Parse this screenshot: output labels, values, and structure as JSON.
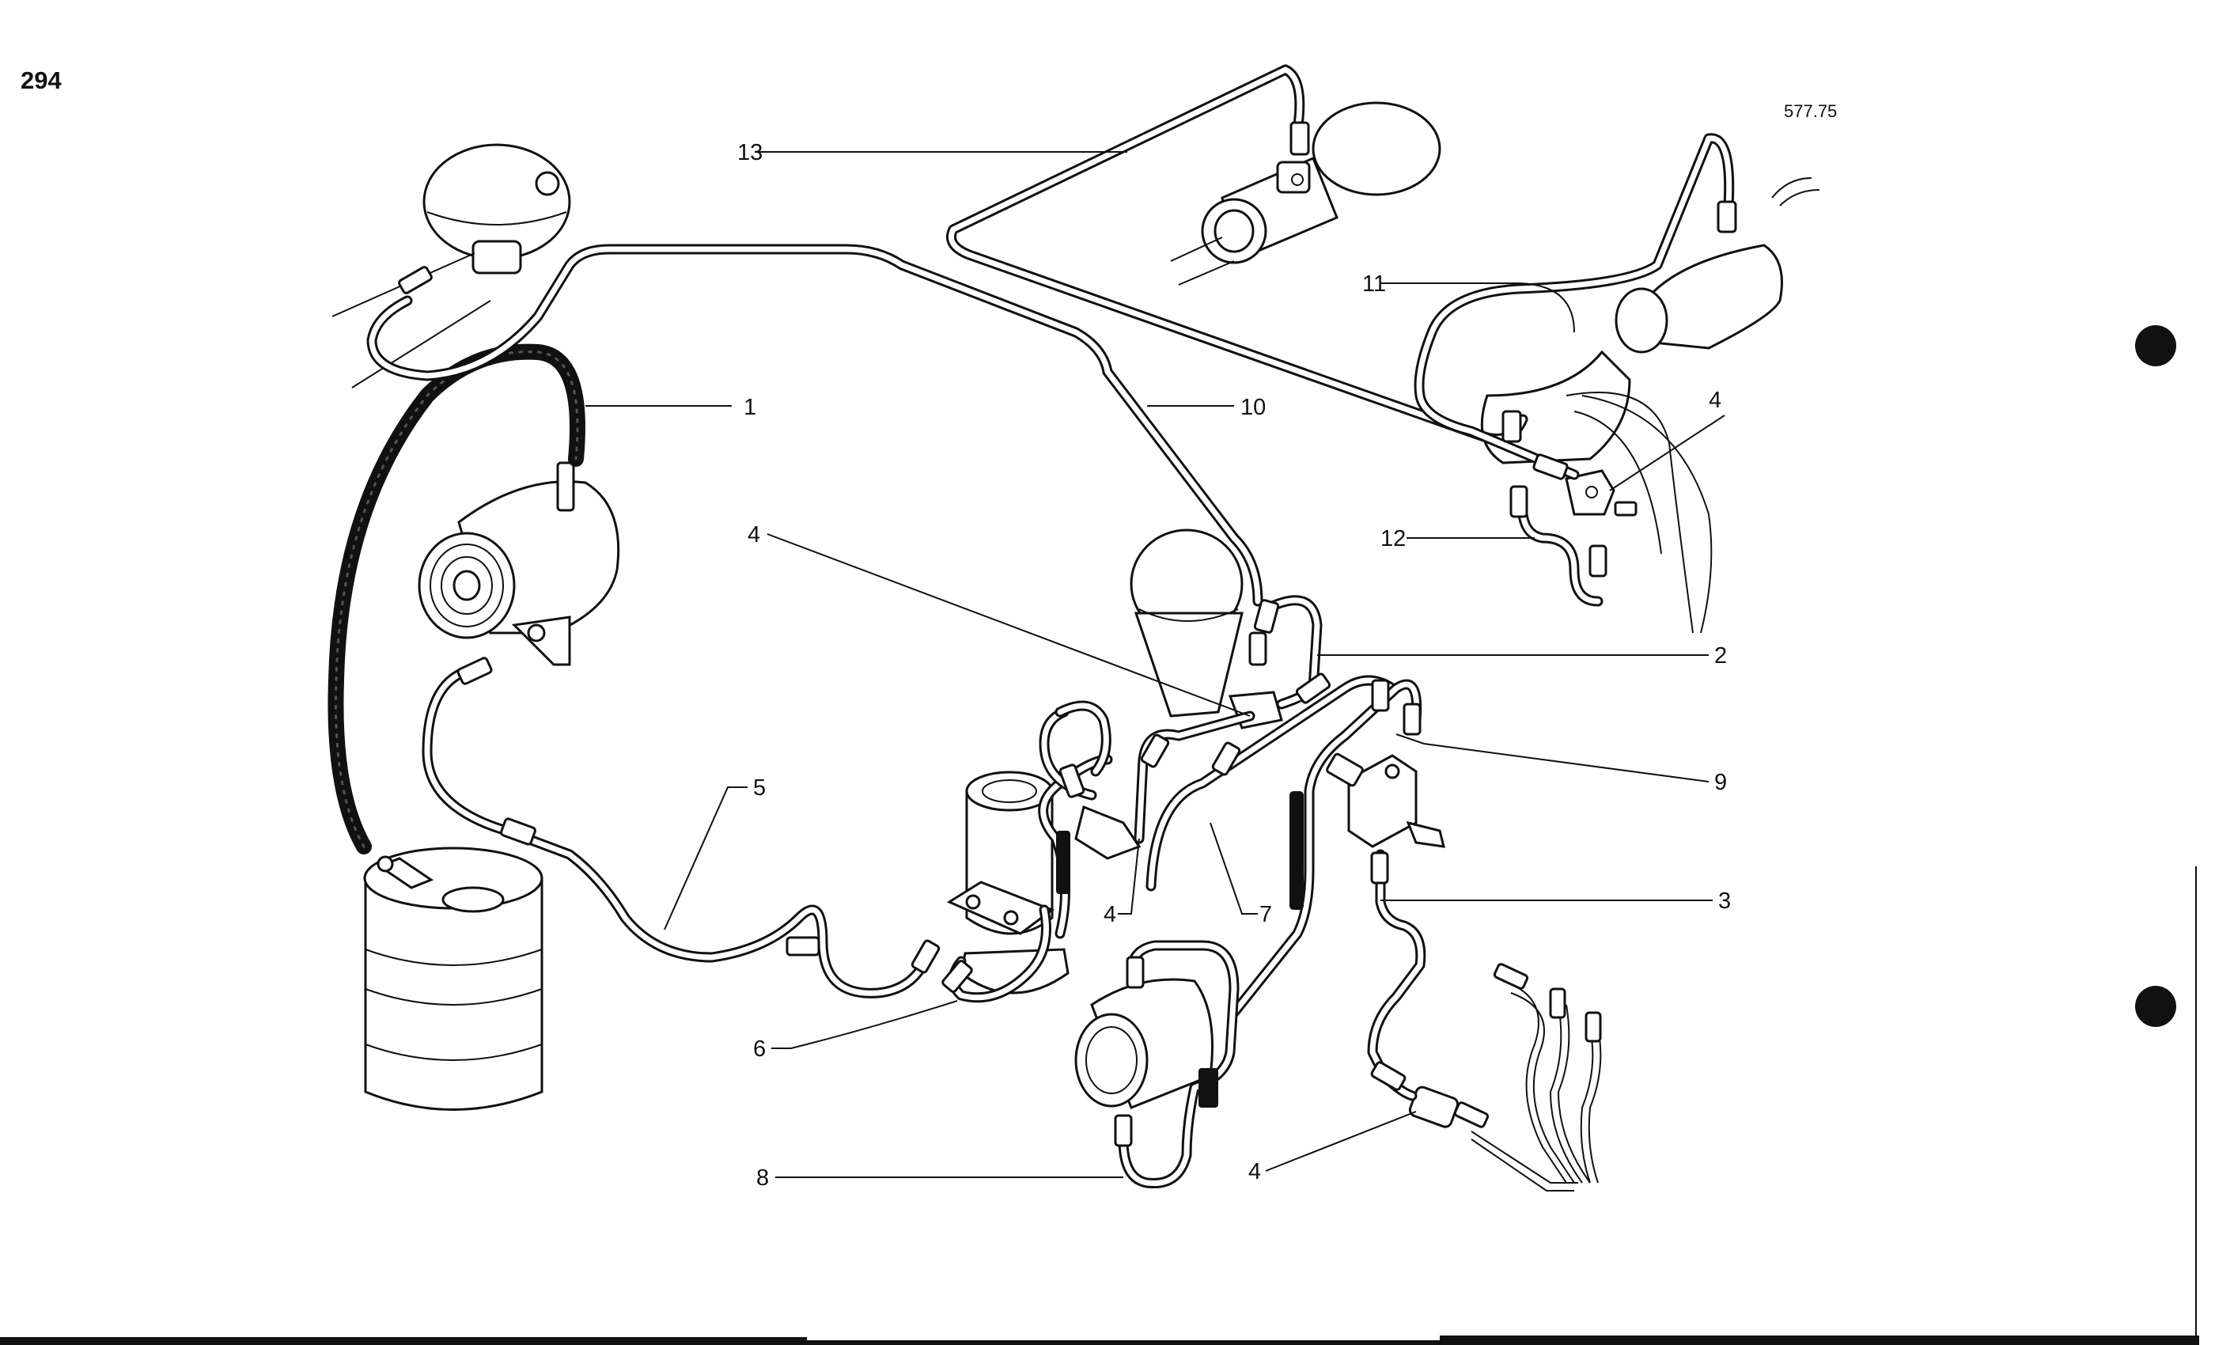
{
  "page": {
    "number": "294",
    "reference": "577.75"
  },
  "callouts": [
    {
      "id": "1",
      "label": "1"
    },
    {
      "id": "2",
      "label": "2"
    },
    {
      "id": "3",
      "label": "3"
    },
    {
      "id": "4a",
      "label": "4"
    },
    {
      "id": "4b",
      "label": "4"
    },
    {
      "id": "4c",
      "label": "4"
    },
    {
      "id": "4d",
      "label": "4"
    },
    {
      "id": "5",
      "label": "5"
    },
    {
      "id": "6",
      "label": "6"
    },
    {
      "id": "7",
      "label": "7"
    },
    {
      "id": "8",
      "label": "8"
    },
    {
      "id": "9",
      "label": "9"
    },
    {
      "id": "10",
      "label": "10"
    },
    {
      "id": "11",
      "label": "11"
    },
    {
      "id": "12",
      "label": "12"
    },
    {
      "id": "13",
      "label": "13"
    }
  ]
}
